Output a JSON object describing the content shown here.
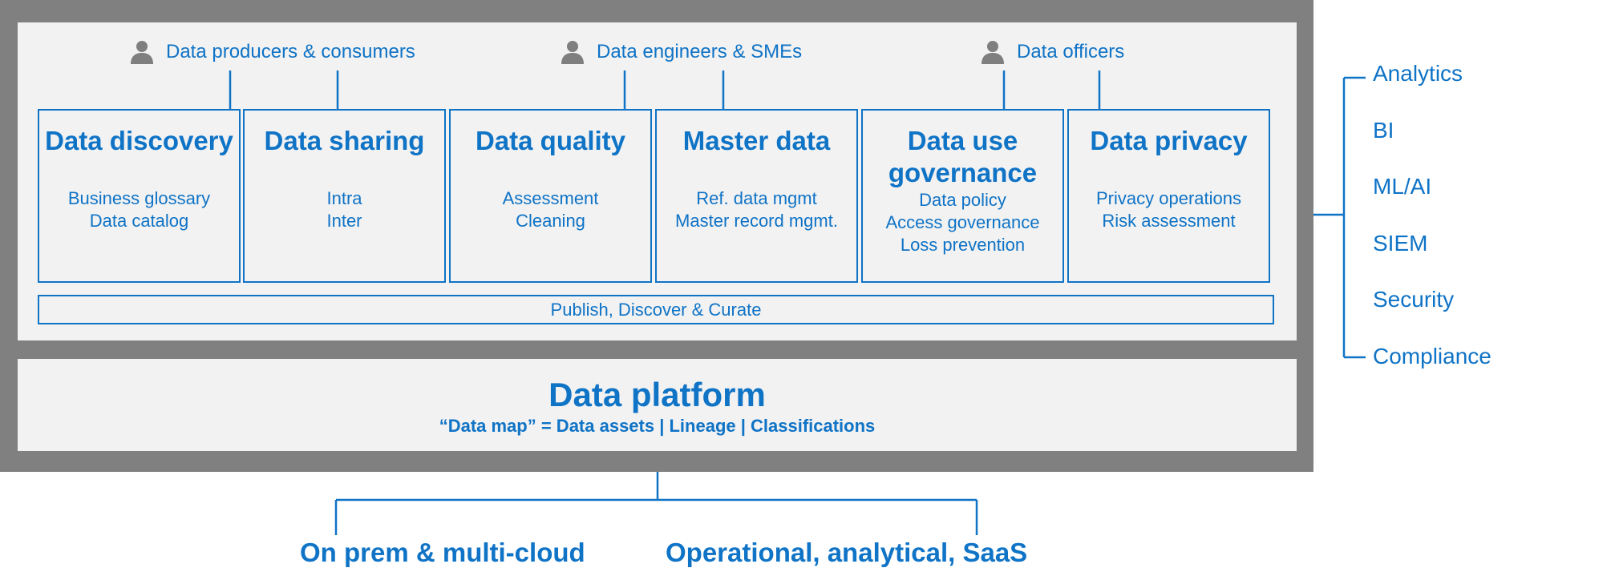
{
  "personas": [
    {
      "label": "Data producers & consumers",
      "icon": "person-icon"
    },
    {
      "label": "Data engineers & SMEs",
      "icon": "person-icon"
    },
    {
      "label": "Data officers",
      "icon": "person-icon"
    }
  ],
  "capabilities": [
    {
      "title": "Data discovery",
      "items": [
        "Business glossary",
        "Data catalog"
      ]
    },
    {
      "title": "Data sharing",
      "items": [
        "Intra",
        "Inter"
      ]
    },
    {
      "title": "Data quality",
      "items": [
        "Assessment",
        "Cleaning"
      ]
    },
    {
      "title": "Master data",
      "items": [
        "Ref. data mgmt",
        "Master record mgmt."
      ]
    },
    {
      "title": "Data use governance",
      "items": [
        "Data policy",
        "Access governance",
        "Loss prevention"
      ]
    },
    {
      "title": "Data privacy",
      "items": [
        "Privacy operations",
        "Risk assessment"
      ]
    }
  ],
  "publish_bar": "Publish, Discover & Curate",
  "platform": {
    "title": "Data platform",
    "subtitle": "“Data map” = Data assets | Lineage | Classifications"
  },
  "sources": [
    "On prem & multi-cloud",
    "Operational, analytical, SaaS"
  ],
  "consumers": [
    "Analytics",
    "BI",
    "ML/AI",
    "SIEM",
    "Security",
    "Compliance"
  ],
  "colors": {
    "accent": "#0f73c6",
    "frame": "#808080",
    "panel": "#f2f2f2",
    "person_icon": "#7f7f7f"
  }
}
